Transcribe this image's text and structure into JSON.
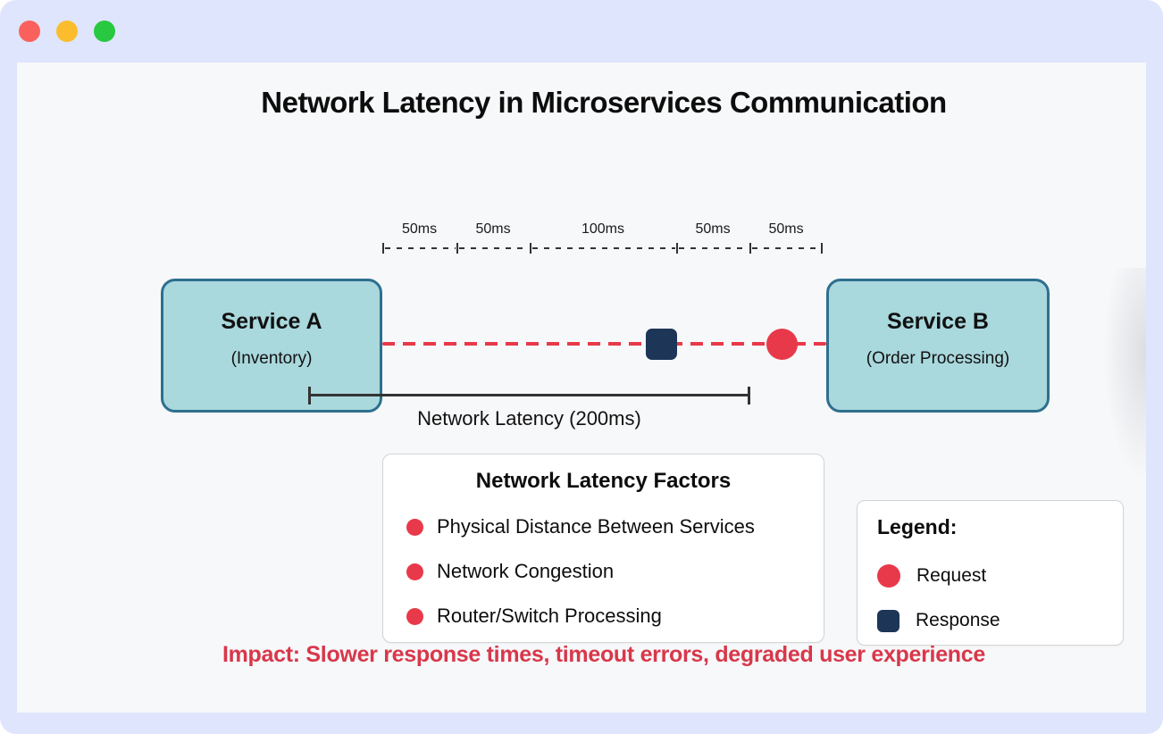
{
  "window": {
    "close_button": "close",
    "minimize_button": "minimize",
    "zoom_button": "zoom"
  },
  "title": "Network Latency in Microservices Communication",
  "timeline": {
    "segments": [
      {
        "label": "50ms"
      },
      {
        "label": "50ms"
      },
      {
        "label": "100ms"
      },
      {
        "label": "50ms"
      },
      {
        "label": "50ms"
      }
    ]
  },
  "services": {
    "a": {
      "name": "Service A",
      "subtitle": "(Inventory)"
    },
    "b": {
      "name": "Service B",
      "subtitle": "(Order Processing)"
    }
  },
  "measurement": {
    "label": "Network Latency (200ms)"
  },
  "factors": {
    "title": "Network Latency Factors",
    "items": [
      {
        "label": "Physical Distance Between Services"
      },
      {
        "label": "Network Congestion"
      },
      {
        "label": "Router/Switch Processing"
      }
    ]
  },
  "legend": {
    "title": "Legend:",
    "items": [
      {
        "marker": "request-circle",
        "label": "Request"
      },
      {
        "marker": "response-square",
        "label": "Response"
      }
    ]
  },
  "impact": "Impact: Slower response times, timeout errors, degraded user experience",
  "colors": {
    "accent_red": "#e8394a",
    "response_navy": "#1d3557",
    "service_fill": "#a9d8dd",
    "service_border": "#2e6f8e",
    "window_frame": "#dfe5fc",
    "content_background": "#f6f8fa",
    "impact_text": "#d9374a",
    "traffic_red": "#fa615c",
    "traffic_yellow": "#fbbd2d",
    "traffic_green": "#28c840"
  }
}
